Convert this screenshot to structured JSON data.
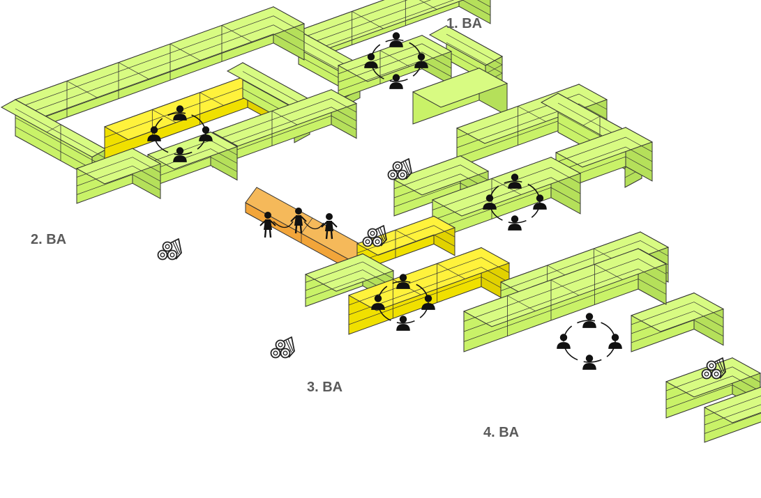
{
  "phases": [
    {
      "id": "phase-1",
      "label": "1. BA"
    },
    {
      "id": "phase-2",
      "label": "2. BA"
    },
    {
      "id": "phase-3",
      "label": "3. BA"
    },
    {
      "id": "phase-4",
      "label": "4. BA"
    }
  ],
  "colors": {
    "green": "#c9f268",
    "green_top": "#d8fb82",
    "green_dark": "#b5e05a",
    "yellow": "#f0e000",
    "yellow_top": "#fff23c",
    "orange": "#f2a53a",
    "orange_top": "#f5b95a",
    "outline": "#333333",
    "label": "#5a5a5a",
    "person": "#111111"
  },
  "icons": [
    "people-circle-icon",
    "children-playing-icon",
    "log-pile-icon"
  ]
}
